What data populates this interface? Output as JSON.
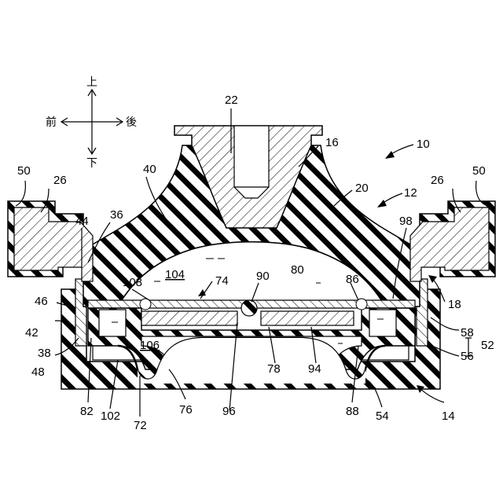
{
  "directions": {
    "up": "上",
    "down": "下",
    "front": "前",
    "rear": "後"
  },
  "labels": {
    "l10": "10",
    "l12": "12",
    "l14": "14",
    "l16": "16",
    "l18": "18",
    "l20": "20",
    "l22": "22",
    "l26a": "26",
    "l26b": "26",
    "l36": "36",
    "l38": "38",
    "l40": "40",
    "l42": "42",
    "l44": "44",
    "l46": "46",
    "l48": "48",
    "l50a": "50",
    "l50b": "50",
    "l52": "52",
    "l54": "54",
    "l56": "56",
    "l58": "58",
    "l72": "72",
    "l74": "74",
    "l76": "76",
    "l78": "78",
    "l80": "80",
    "l82": "82",
    "l86": "86",
    "l88": "88",
    "l90": "90",
    "l94": "94",
    "l96": "96",
    "l98": "98",
    "l102": "102",
    "l104": "104",
    "l106": "106",
    "l108": "108"
  }
}
